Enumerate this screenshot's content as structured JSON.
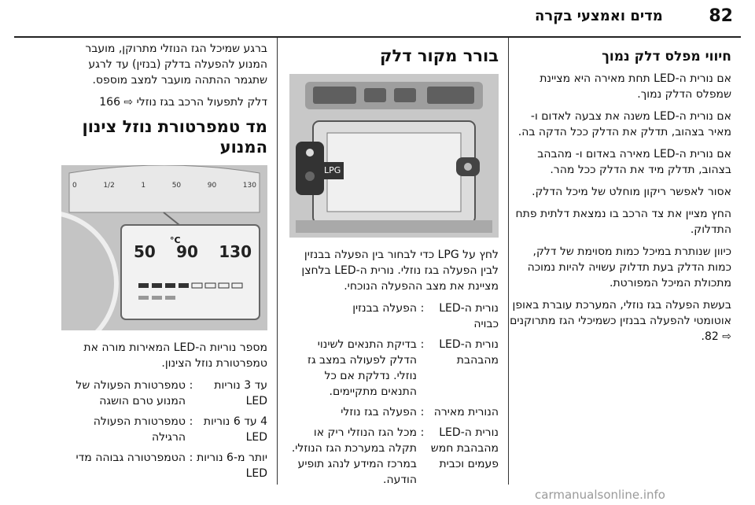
{
  "header": {
    "page_number": "82",
    "title": "מדים ואמצעי בקרה"
  },
  "col_right": {
    "heading": "חיווי מפלס דלק נמוך",
    "paragraphs": [
      "אם נורית ה‑LED תחת מאירה היא מציינת שמפלס הדלק נמוך.",
      "אם נורית ה‑LED משנה את צבעה לאדום ו‑ מאיר בצהוב, תדלק את הדלק ככל הדקה בה.",
      "אם נורית ה‑LED מאירה באדום ו‑ מהבהב בצהוב, תדלק מיד את הדלק ככל מהר.",
      "אסור לאפשר ריקון מוחלט של מיכל הדלק.",
      "החץ מציין את צד הרכב בו נמצאת דלתית פתח התדלוק.",
      "כיוון שנותרת במיכל כמות מסוימת של דלק, כמות הדלק בעת תדלוק עשויה להיות נמוכה מתכולת המיכל המפורטת.",
      "בעשת הפעלה בגז נוזלי, המערכת עוברת באופן אוטומטי להפעלה בבנזין כשמיכלי הגז מתרוקנים ⇨ 82."
    ]
  },
  "col_middle": {
    "heading": "בורר מקור דלק",
    "image_label": "LPG",
    "intro": "לחץ על LPG כדי לבחור בין הפעלה בבנזין לבין הפעלה בגז נוזלי. נורית ה‑LED בלחצן מציינת את מצב ההפעלה הנוכחי.",
    "table": [
      {
        "state": "נורית ה‑LED כבויה",
        "meaning": "הפעלה בבנזין"
      },
      {
        "state": "נורית ה‑LED מהבהבת",
        "meaning": "בדיקת התנאים לשינוי הדלק לפעולה במצב גז נוזלי. נדלקת אם כל התנאים מתקיימים."
      },
      {
        "state": "הנורית מאירה",
        "meaning": "הפעלה בגז נוזלי"
      },
      {
        "state": "נורית ה‑LED מהבהבת חמש פעמים וכבית",
        "meaning": "מכל הגז הנוזלי ריק או תקלה במערכת הגז הנוזלי. במרכז המידע לנהג תופיע הודעה."
      }
    ]
  },
  "col_left": {
    "intro": "ברגע שמיכל הגז הנוזלי מתרוקן, מועבר המנוע להפעלה בדלק (בנזין) עד לרגע שתגמר ההתהה מועבר למצב מוספס.",
    "ref": "דלק לתפעול הרכב בגז נוזלי ⇨ 166",
    "heading": "מד טמפרטורת נוזל צינון המנוע",
    "gauge": {
      "top_scale": [
        "0",
        "1/2",
        "1",
        "50",
        "90",
        "130"
      ],
      "inset_values": [
        "50",
        "90",
        "130"
      ],
      "inset_unit": "°C"
    },
    "after_image": "מספר נוריות ה‑LED המאירות מורה את טמפרטורת נוזל הצינון.",
    "table": [
      {
        "state": "עד 3 נוריות LED",
        "meaning": "טמפרטורת הפעולה של המנוע טרם הושגה"
      },
      {
        "state": "4 עד 6 נוריות LED",
        "meaning": "טמפרטורת הפעולה הרגילה"
      },
      {
        "state": "יותר מ‑6 נוריות LED",
        "meaning": "הטמפרטורה גבוהה מדי"
      }
    ]
  },
  "watermark": "carmanualsonline.info"
}
